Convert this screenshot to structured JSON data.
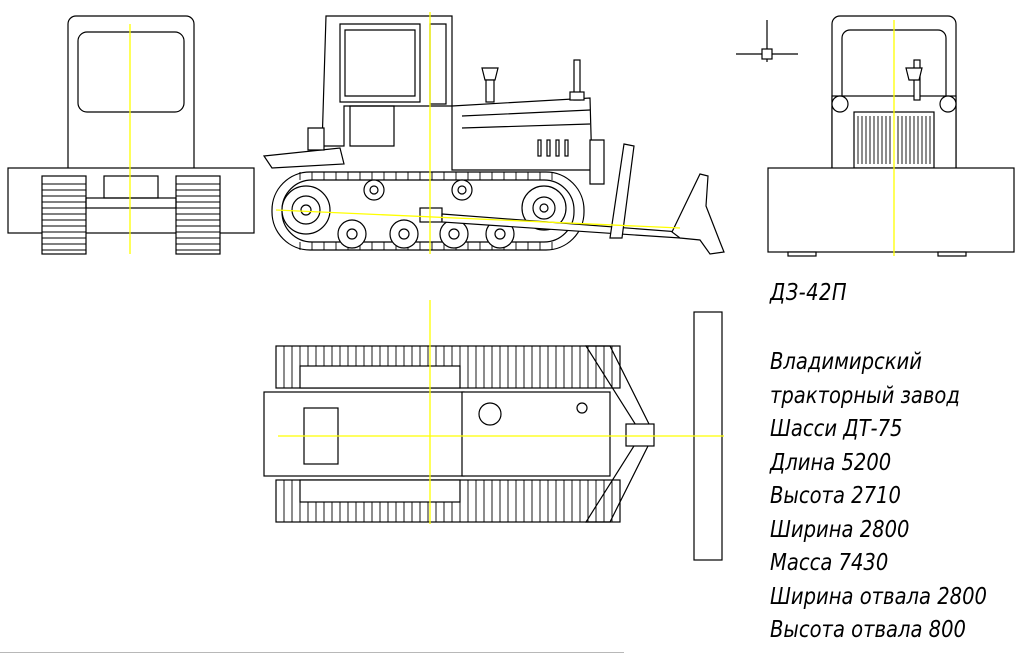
{
  "drawing": {
    "model_label": "ДЗ-42П",
    "spec_lines": [
      "Владимирский",
      "тракторный завод",
      "Шасси ДТ-75",
      "Длина 5200",
      "Высота 2710",
      "Ширина 2800",
      "Масса 7430",
      "Ширина отвала 2800",
      "Высота отвала 800"
    ]
  },
  "colors": {
    "background": "#ffffff",
    "linework": "#000000",
    "centerline": "#ffff00"
  }
}
